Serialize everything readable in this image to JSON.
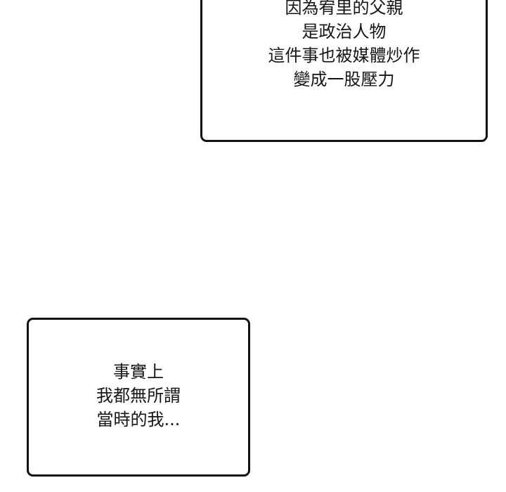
{
  "panels": {
    "top_box": {
      "lines": [
        "因為宥里的父親",
        "是政治人物",
        "這件事也被媒體炒作",
        "變成一股壓力"
      ]
    },
    "bottom_box": {
      "lines": [
        "事實上",
        "我都無所謂",
        "當時的我..."
      ]
    }
  },
  "colors": {
    "background": "#ffffff",
    "border": "#111111",
    "text": "#161616"
  }
}
